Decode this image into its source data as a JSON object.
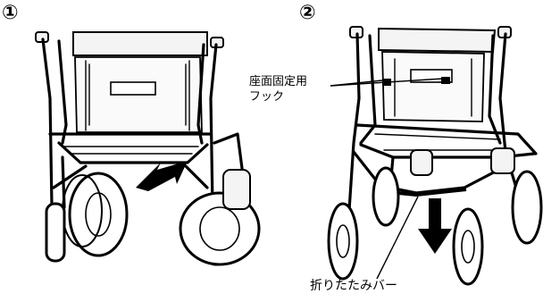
{
  "steps": {
    "step1_number": "①",
    "step2_number": "②"
  },
  "labels": {
    "seat_hook_line1": "座面固定用",
    "seat_hook_line2": "フック",
    "folding_bar": "折りたたみバー"
  }
}
